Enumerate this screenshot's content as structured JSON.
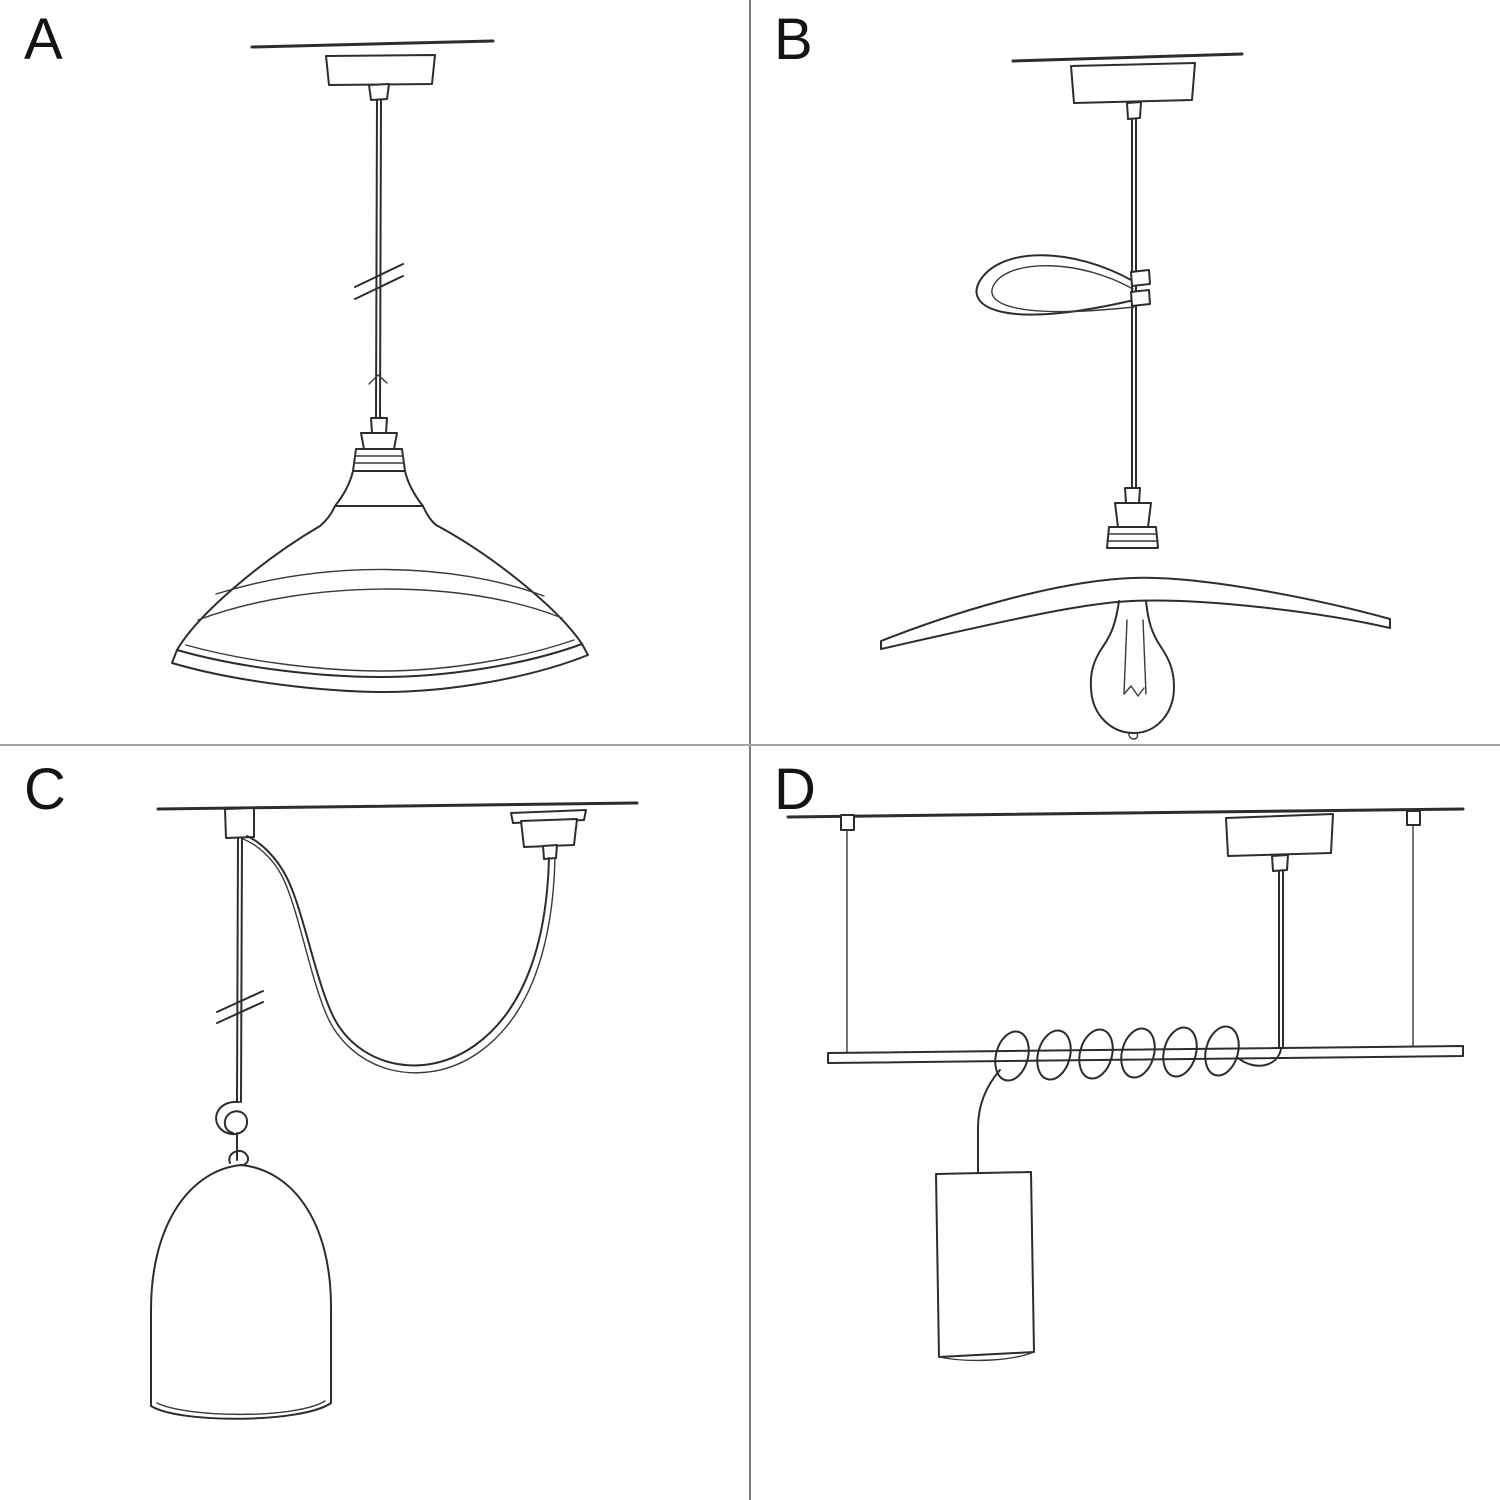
{
  "page": {
    "background": "#ffffff",
    "ink_color": "#2d2d2d",
    "divider_color": "#7e7e7e"
  },
  "panels": [
    {
      "label": "A",
      "sketch": "pendant-cable-with-industrial-bowl-shade"
    },
    {
      "label": "B",
      "sketch": "pendant-cable-with-hook-flat-plate-shade-and-bulb"
    },
    {
      "label": "C",
      "sketch": "swag-pendant-over-hook-with-bell-dome-shade"
    },
    {
      "label": "D",
      "sketch": "suspended-bar-with-coiled-cable-and-tube-shade"
    }
  ]
}
